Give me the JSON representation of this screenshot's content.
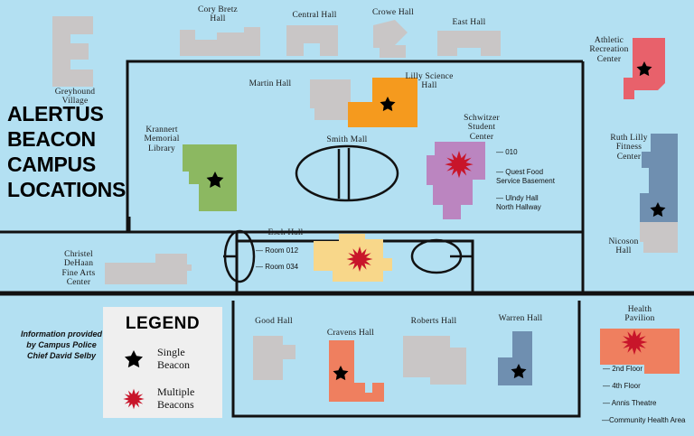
{
  "title": "ALERTUS\nBEACON\nCAMPUS\nLOCATIONS",
  "credit": "Information provided by Campus Police Chief David Selby",
  "legend": {
    "heading": "LEGEND",
    "items": [
      {
        "icon": "single-beacon-star-icon",
        "label": "Single\nBeacon"
      },
      {
        "icon": "multiple-beacons-burst-icon",
        "label": "Multiple\nBeacons"
      }
    ]
  },
  "colors": {
    "background": "#b3e0f2",
    "building_gray": "#c9c6c6",
    "green": "#8cb861",
    "orange": "#f59a1e",
    "purple": "#bb85c0",
    "yellow": "#f8d78a",
    "red": "#e8616b",
    "blue": "#6f8fb0",
    "salmon": "#ef7f5f",
    "legend_panel": "#efefef",
    "road": "#111111",
    "star": "#000000",
    "burst": "#c8152a"
  },
  "buildings": [
    {
      "name": "Greyhound Village",
      "label": "Greyhound\nVillage",
      "color": "building_gray",
      "beacon": "none"
    },
    {
      "name": "Cory Bretz Hall",
      "label": "Cory Bretz\nHall",
      "color": "building_gray",
      "beacon": "none"
    },
    {
      "name": "Central Hall",
      "label": "Central Hall",
      "color": "building_gray",
      "beacon": "none"
    },
    {
      "name": "Crowe Hall",
      "label": "Crowe Hall",
      "color": "building_gray",
      "beacon": "none"
    },
    {
      "name": "East Hall",
      "label": "East Hall",
      "color": "building_gray",
      "beacon": "none"
    },
    {
      "name": "Athletic Recreation Center",
      "label": "Athletic\nRecreation\nCenter",
      "color": "red",
      "beacon": "single"
    },
    {
      "name": "Martin Hall",
      "label": "Martin Hall",
      "color": "building_gray",
      "beacon": "none"
    },
    {
      "name": "Lilly Science Hall",
      "label": "Lilly Science\nHall",
      "color": "orange",
      "beacon": "single"
    },
    {
      "name": "Krannert Memorial Library",
      "label": "Krannert\nMemorial\nLibrary",
      "color": "green",
      "beacon": "single"
    },
    {
      "name": "Smith Mall",
      "label": "Smith Mall",
      "color": "none",
      "beacon": "none"
    },
    {
      "name": "Schwitzer Student Center",
      "label": "Schwitzer\nStudent\nCenter",
      "color": "purple",
      "beacon": "multiple"
    },
    {
      "name": "Ruth Lilly Fitness Center",
      "label": "Ruth Lilly\nFitness\nCenter",
      "color": "blue",
      "beacon": "single"
    },
    {
      "name": "Nicoson Hall",
      "label": "Nicoson\nHall",
      "color": "building_gray",
      "beacon": "none"
    },
    {
      "name": "Christel DeHaan Fine Arts Center",
      "label": "Christel\nDeHaan\nFine Arts\nCenter",
      "color": "building_gray",
      "beacon": "none"
    },
    {
      "name": "Esch Hall",
      "label": "Esch Hall",
      "color": "yellow",
      "beacon": "multiple"
    },
    {
      "name": "Good Hall",
      "label": "Good Hall",
      "color": "building_gray",
      "beacon": "none"
    },
    {
      "name": "Cravens Hall",
      "label": "Cravens Hall",
      "color": "salmon",
      "beacon": "single"
    },
    {
      "name": "Roberts Hall",
      "label": "Roberts Hall",
      "color": "building_gray",
      "beacon": "none"
    },
    {
      "name": "Warren Hall",
      "label": "Warren Hall",
      "color": "blue",
      "beacon": "single"
    },
    {
      "name": "Health Pavilion",
      "label": "Health\nPavilion",
      "color": "salmon",
      "beacon": "multiple"
    }
  ],
  "annotations": {
    "schwitzer": [
      "— 010",
      "— Quest Food\nService Basement",
      "— Ulndy Hall\nNorth Hallway"
    ],
    "esch": [
      "— Room 012",
      "— Room 034"
    ],
    "health_pavilion": [
      "— 2nd Floor",
      "— 4th Floor",
      "— Annis Theatre",
      "—Community Health Area"
    ]
  }
}
